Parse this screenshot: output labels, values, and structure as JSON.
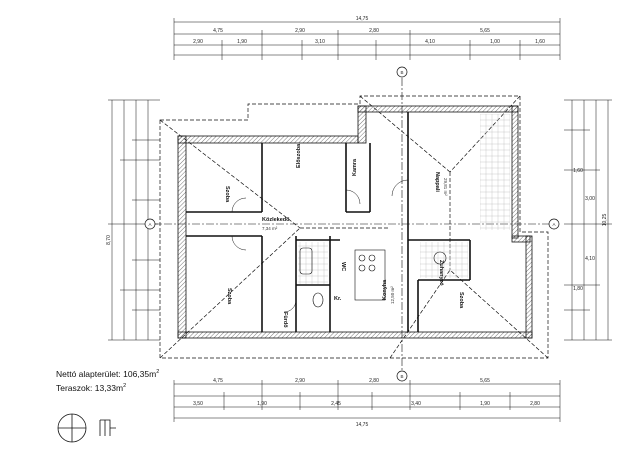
{
  "summary": {
    "net_area_label": "Nettó alapterület:",
    "net_area_value": "106,35m",
    "terrace_label": "Teraszok: 13,33m",
    "sq": "2"
  },
  "rooms": {
    "szoba_top_left": "Szoba",
    "eloszoba": "Előszoba",
    "kamra": "Kamra",
    "nappali": "Nappali",
    "kozlekedo": "Közlekedő",
    "szoba_bottom_left": "Szoba",
    "furdo": "Fürdő",
    "wc": "WC",
    "konyha": "Konyha",
    "szoba_right": "Szoba",
    "zuhanyzo": "Zuhanyzó",
    "kr": "Kr."
  },
  "room_areas": {
    "kozlekedo": "7,34 m²",
    "nappali": "29,81 m²",
    "konyha": "12,50 m²"
  },
  "dimensions": {
    "top_total": "14,75",
    "top_row1": [
      "4,75",
      "2,90",
      "2,80",
      "5,65"
    ],
    "top_row2": [
      "2,90",
      "1,90",
      "3,10",
      "4,10",
      "1,00",
      "1,60"
    ],
    "bottom_total": "14,75",
    "bottom_row1": [
      "4,75",
      "2,90",
      "2,80",
      "5,65"
    ],
    "bottom_row2": [
      "3,50",
      "1,90",
      "2,45",
      "3,40",
      "1,90",
      "2,80"
    ],
    "left_total": "8,70",
    "right_total": "10,25",
    "right_labels": [
      "1,60",
      "1,80",
      "3,00",
      "4,10"
    ]
  },
  "axis_labels": {
    "top": "B",
    "bottom": "B",
    "left": "A",
    "right": "A"
  },
  "colors": {
    "line": "#111111",
    "wall_hatch": "#555555",
    "tile": "#bbbbbb"
  }
}
